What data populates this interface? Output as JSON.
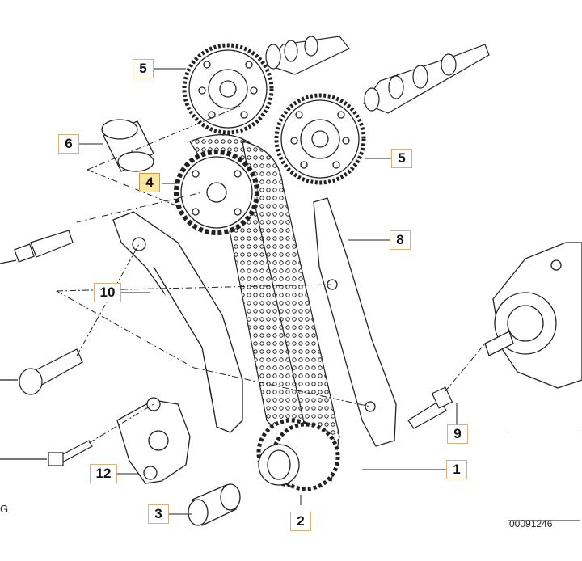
{
  "diagram": {
    "callouts": [
      {
        "id": "1",
        "label": "1",
        "highlight": false
      },
      {
        "id": "2",
        "label": "2",
        "highlight": false
      },
      {
        "id": "3",
        "label": "3",
        "highlight": false
      },
      {
        "id": "4",
        "label": "4",
        "highlight": true
      },
      {
        "id": "5a",
        "label": "5",
        "highlight": false
      },
      {
        "id": "5b",
        "label": "5",
        "highlight": false
      },
      {
        "id": "6",
        "label": "6",
        "highlight": false
      },
      {
        "id": "8",
        "label": "8",
        "highlight": false
      },
      {
        "id": "9",
        "label": "9",
        "highlight": false
      },
      {
        "id": "10",
        "label": "10",
        "highlight": false
      },
      {
        "id": "12",
        "label": "12",
        "highlight": false
      }
    ],
    "image_code": "00091246",
    "edge_letter": "G"
  },
  "colors": {
    "line": "#222222",
    "highlight": "#fbe7a1",
    "callout_border": "#d9b07a"
  }
}
